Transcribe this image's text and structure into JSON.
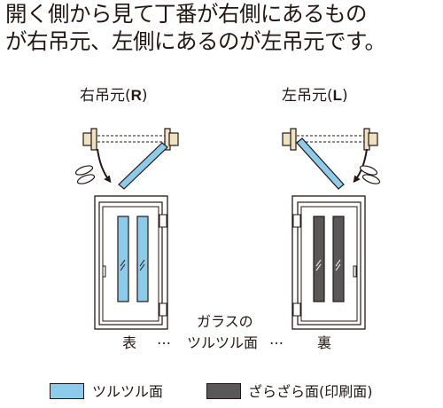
{
  "heading": {
    "line1": "開く側から見て丁番が右側にあるもの",
    "line2": "が右吊元、左側にあるのが左吊元です。"
  },
  "right_hinge": {
    "name": "右吊元",
    "paren_open": "(",
    "letter": "R",
    "paren_close": ")"
  },
  "left_hinge": {
    "name": "左吊元",
    "paren_open": "(",
    "letter": "L",
    "paren_close": ")"
  },
  "glass_labels": {
    "front": "表",
    "dots_left": "…",
    "caption_line1": "ガラスの",
    "caption_line2": "ツルツル面",
    "dots_right": "…",
    "back": "裏"
  },
  "legend": [
    {
      "label": "ツルツル面",
      "color": "#8ccbea"
    },
    {
      "label": "ざらざら面(印刷面)",
      "color": "#595757"
    }
  ]
}
